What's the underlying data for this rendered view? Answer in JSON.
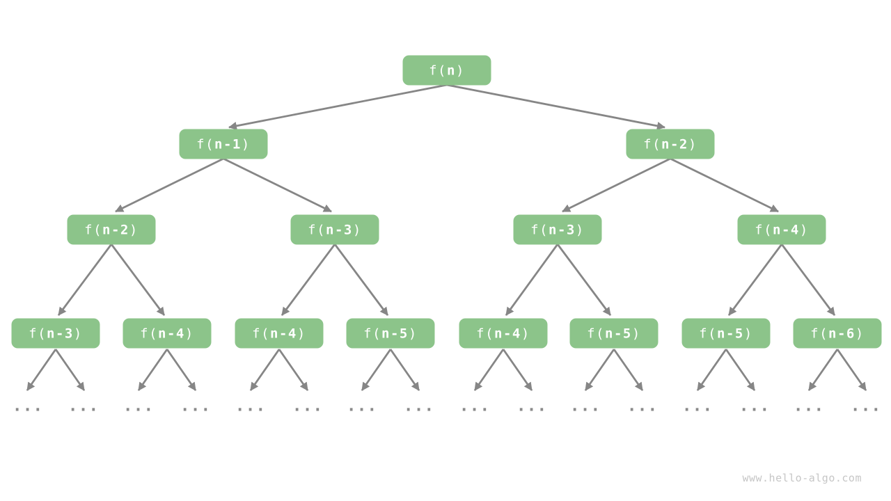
{
  "page": {
    "watermark": "www.hello-algo.com"
  },
  "colors": {
    "node_fill": "#8cc48a",
    "node_text": "#ffffff",
    "arrow": "#868686",
    "ellipsis": "#8a8a8a",
    "watermark": "#c6c6c6",
    "background": "#ffffff"
  },
  "diagram": {
    "leaf_ellipsis": "...",
    "nodes": [
      {
        "label": "f(n)",
        "prefix": "f(",
        "arg": "n",
        "suffix": ")"
      },
      {
        "label": "f(n-1)",
        "prefix": "f(",
        "arg": "n-1",
        "suffix": ")"
      },
      {
        "label": "f(n-2)",
        "prefix": "f(",
        "arg": "n-2",
        "suffix": ")"
      },
      {
        "label": "f(n-2)",
        "prefix": "f(",
        "arg": "n-2",
        "suffix": ")"
      },
      {
        "label": "f(n-3)",
        "prefix": "f(",
        "arg": "n-3",
        "suffix": ")"
      },
      {
        "label": "f(n-3)",
        "prefix": "f(",
        "arg": "n-3",
        "suffix": ")"
      },
      {
        "label": "f(n-4)",
        "prefix": "f(",
        "arg": "n-4",
        "suffix": ")"
      },
      {
        "label": "f(n-3)",
        "prefix": "f(",
        "arg": "n-3",
        "suffix": ")"
      },
      {
        "label": "f(n-4)",
        "prefix": "f(",
        "arg": "n-4",
        "suffix": ")"
      },
      {
        "label": "f(n-4)",
        "prefix": "f(",
        "arg": "n-4",
        "suffix": ")"
      },
      {
        "label": "f(n-5)",
        "prefix": "f(",
        "arg": "n-5",
        "suffix": ")"
      },
      {
        "label": "f(n-4)",
        "prefix": "f(",
        "arg": "n-4",
        "suffix": ")"
      },
      {
        "label": "f(n-5)",
        "prefix": "f(",
        "arg": "n-5",
        "suffix": ")"
      },
      {
        "label": "f(n-5)",
        "prefix": "f(",
        "arg": "n-5",
        "suffix": ")"
      },
      {
        "label": "f(n-6)",
        "prefix": "f(",
        "arg": "n-6",
        "suffix": ")"
      }
    ]
  }
}
